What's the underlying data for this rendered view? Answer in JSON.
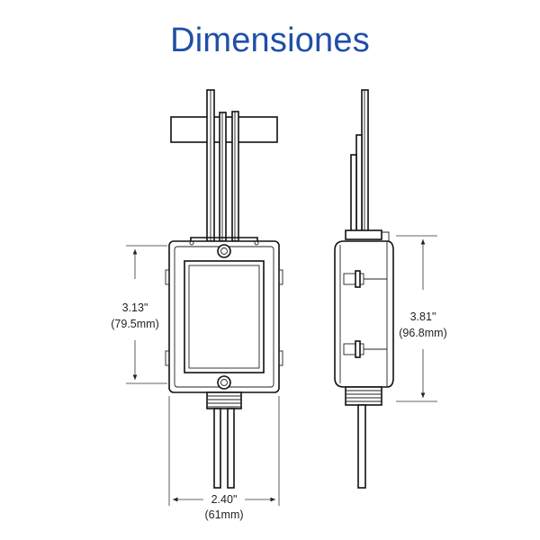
{
  "title": "Dimensiones",
  "colors": {
    "title": "#1f4fa8",
    "line": "#111111"
  },
  "front_view": {
    "height_in": "3.13\"",
    "height_mm": "(79.5mm)",
    "width_in": "2.40\"",
    "width_mm": "(61mm)"
  },
  "side_view": {
    "height_in": "3.81\"",
    "height_mm": "(96.8mm)"
  }
}
